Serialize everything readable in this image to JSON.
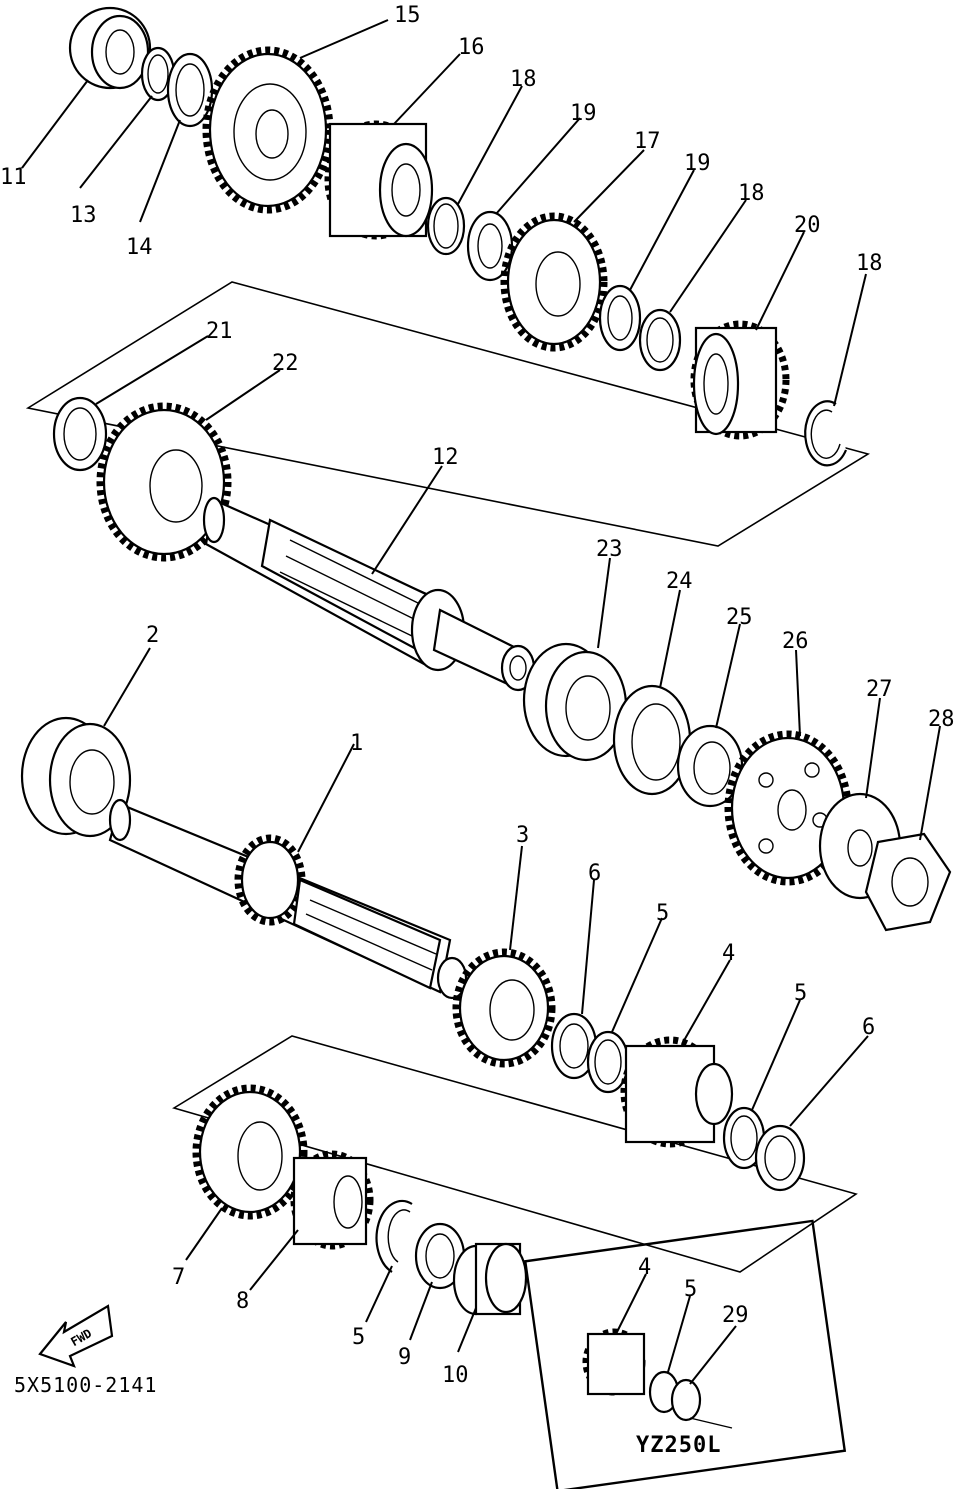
{
  "diagram": {
    "part_code": "5X5100-2141",
    "fwd_label": "FWD",
    "inset_model": "YZ250L",
    "callouts": [
      {
        "id": "c11",
        "label": "11"
      },
      {
        "id": "c13",
        "label": "13"
      },
      {
        "id": "c14",
        "label": "14"
      },
      {
        "id": "c15",
        "label": "15"
      },
      {
        "id": "c16",
        "label": "16"
      },
      {
        "id": "c18a",
        "label": "18"
      },
      {
        "id": "c19a",
        "label": "19"
      },
      {
        "id": "c17",
        "label": "17"
      },
      {
        "id": "c19b",
        "label": "19"
      },
      {
        "id": "c18b",
        "label": "18"
      },
      {
        "id": "c20",
        "label": "20"
      },
      {
        "id": "c18c",
        "label": "18"
      },
      {
        "id": "c21",
        "label": "21"
      },
      {
        "id": "c22",
        "label": "22"
      },
      {
        "id": "c12",
        "label": "12"
      },
      {
        "id": "c23",
        "label": "23"
      },
      {
        "id": "c24",
        "label": "24"
      },
      {
        "id": "c25",
        "label": "25"
      },
      {
        "id": "c26",
        "label": "26"
      },
      {
        "id": "c27",
        "label": "27"
      },
      {
        "id": "c28",
        "label": "28"
      },
      {
        "id": "c2",
        "label": "2"
      },
      {
        "id": "c1",
        "label": "1"
      },
      {
        "id": "c3",
        "label": "3"
      },
      {
        "id": "c6a",
        "label": "6"
      },
      {
        "id": "c5a",
        "label": "5"
      },
      {
        "id": "c4",
        "label": "4"
      },
      {
        "id": "c5b",
        "label": "5"
      },
      {
        "id": "c6b",
        "label": "6"
      },
      {
        "id": "c7",
        "label": "7"
      },
      {
        "id": "c8",
        "label": "8"
      },
      {
        "id": "c5c",
        "label": "5"
      },
      {
        "id": "c9",
        "label": "9"
      },
      {
        "id": "c10",
        "label": "10"
      },
      {
        "id": "c4i",
        "label": "4"
      },
      {
        "id": "c5i",
        "label": "5"
      },
      {
        "id": "c29",
        "label": "29"
      }
    ]
  }
}
